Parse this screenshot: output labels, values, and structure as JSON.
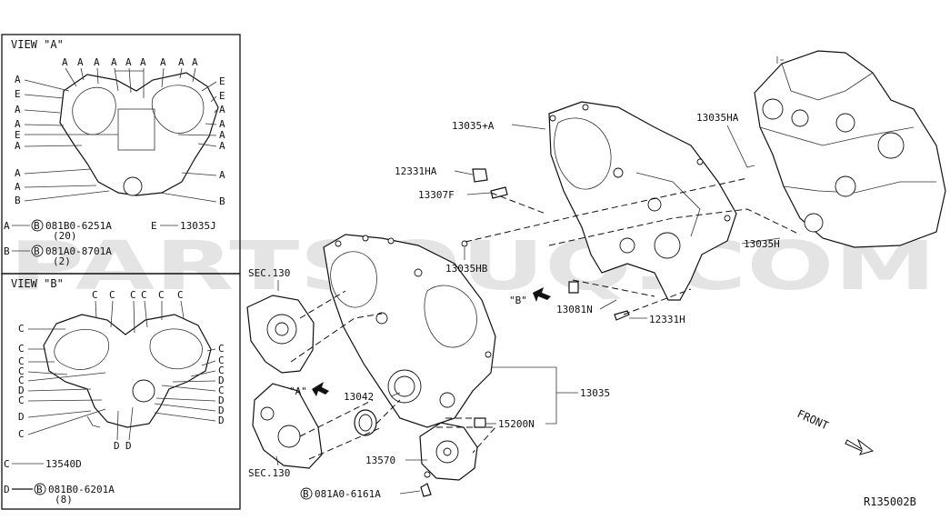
{
  "drawing_id": "R135002B",
  "watermark": "PARTSOUQ.COM",
  "view_a": {
    "title": "VIEW \"A\"",
    "letter_a": "A",
    "letter_e": "E",
    "letter_b": "B",
    "legend": [
      {
        "key": "A",
        "bolt": "081B0-6251A",
        "qty": "(20)"
      },
      {
        "key": "E",
        "part": "13035J"
      },
      {
        "key": "B",
        "bolt": "081A0-8701A",
        "qty": "(2)"
      }
    ]
  },
  "view_b": {
    "title": "VIEW \"B\"",
    "letter_c": "C",
    "letter_d": "D",
    "legend": [
      {
        "key": "C",
        "part": "13540D"
      },
      {
        "key": "D",
        "bolt": "081B0-6201A",
        "qty": "(8)"
      }
    ]
  },
  "bolt_symbol": "B",
  "main": {
    "labels": {
      "p13035_a": "13035+A",
      "p12331ha": "12331HA",
      "p13307f": "13307F",
      "p13035hb": "13035HB",
      "p13035ha": "13035HA",
      "p13035h": "13035H",
      "sec130_top": "SEC.130",
      "sec130_bottom": "SEC.130",
      "view_b_arrow": "\"B\"",
      "view_a_arrow": "\"A\"",
      "p13081n": "13081N",
      "p12331h": "12331H",
      "p13042": "13042",
      "p13035": "13035",
      "p15200n": "15200N",
      "p13570": "13570",
      "bolt_081a0_6161a": "081A0-6161A",
      "front": "FRONT"
    }
  }
}
